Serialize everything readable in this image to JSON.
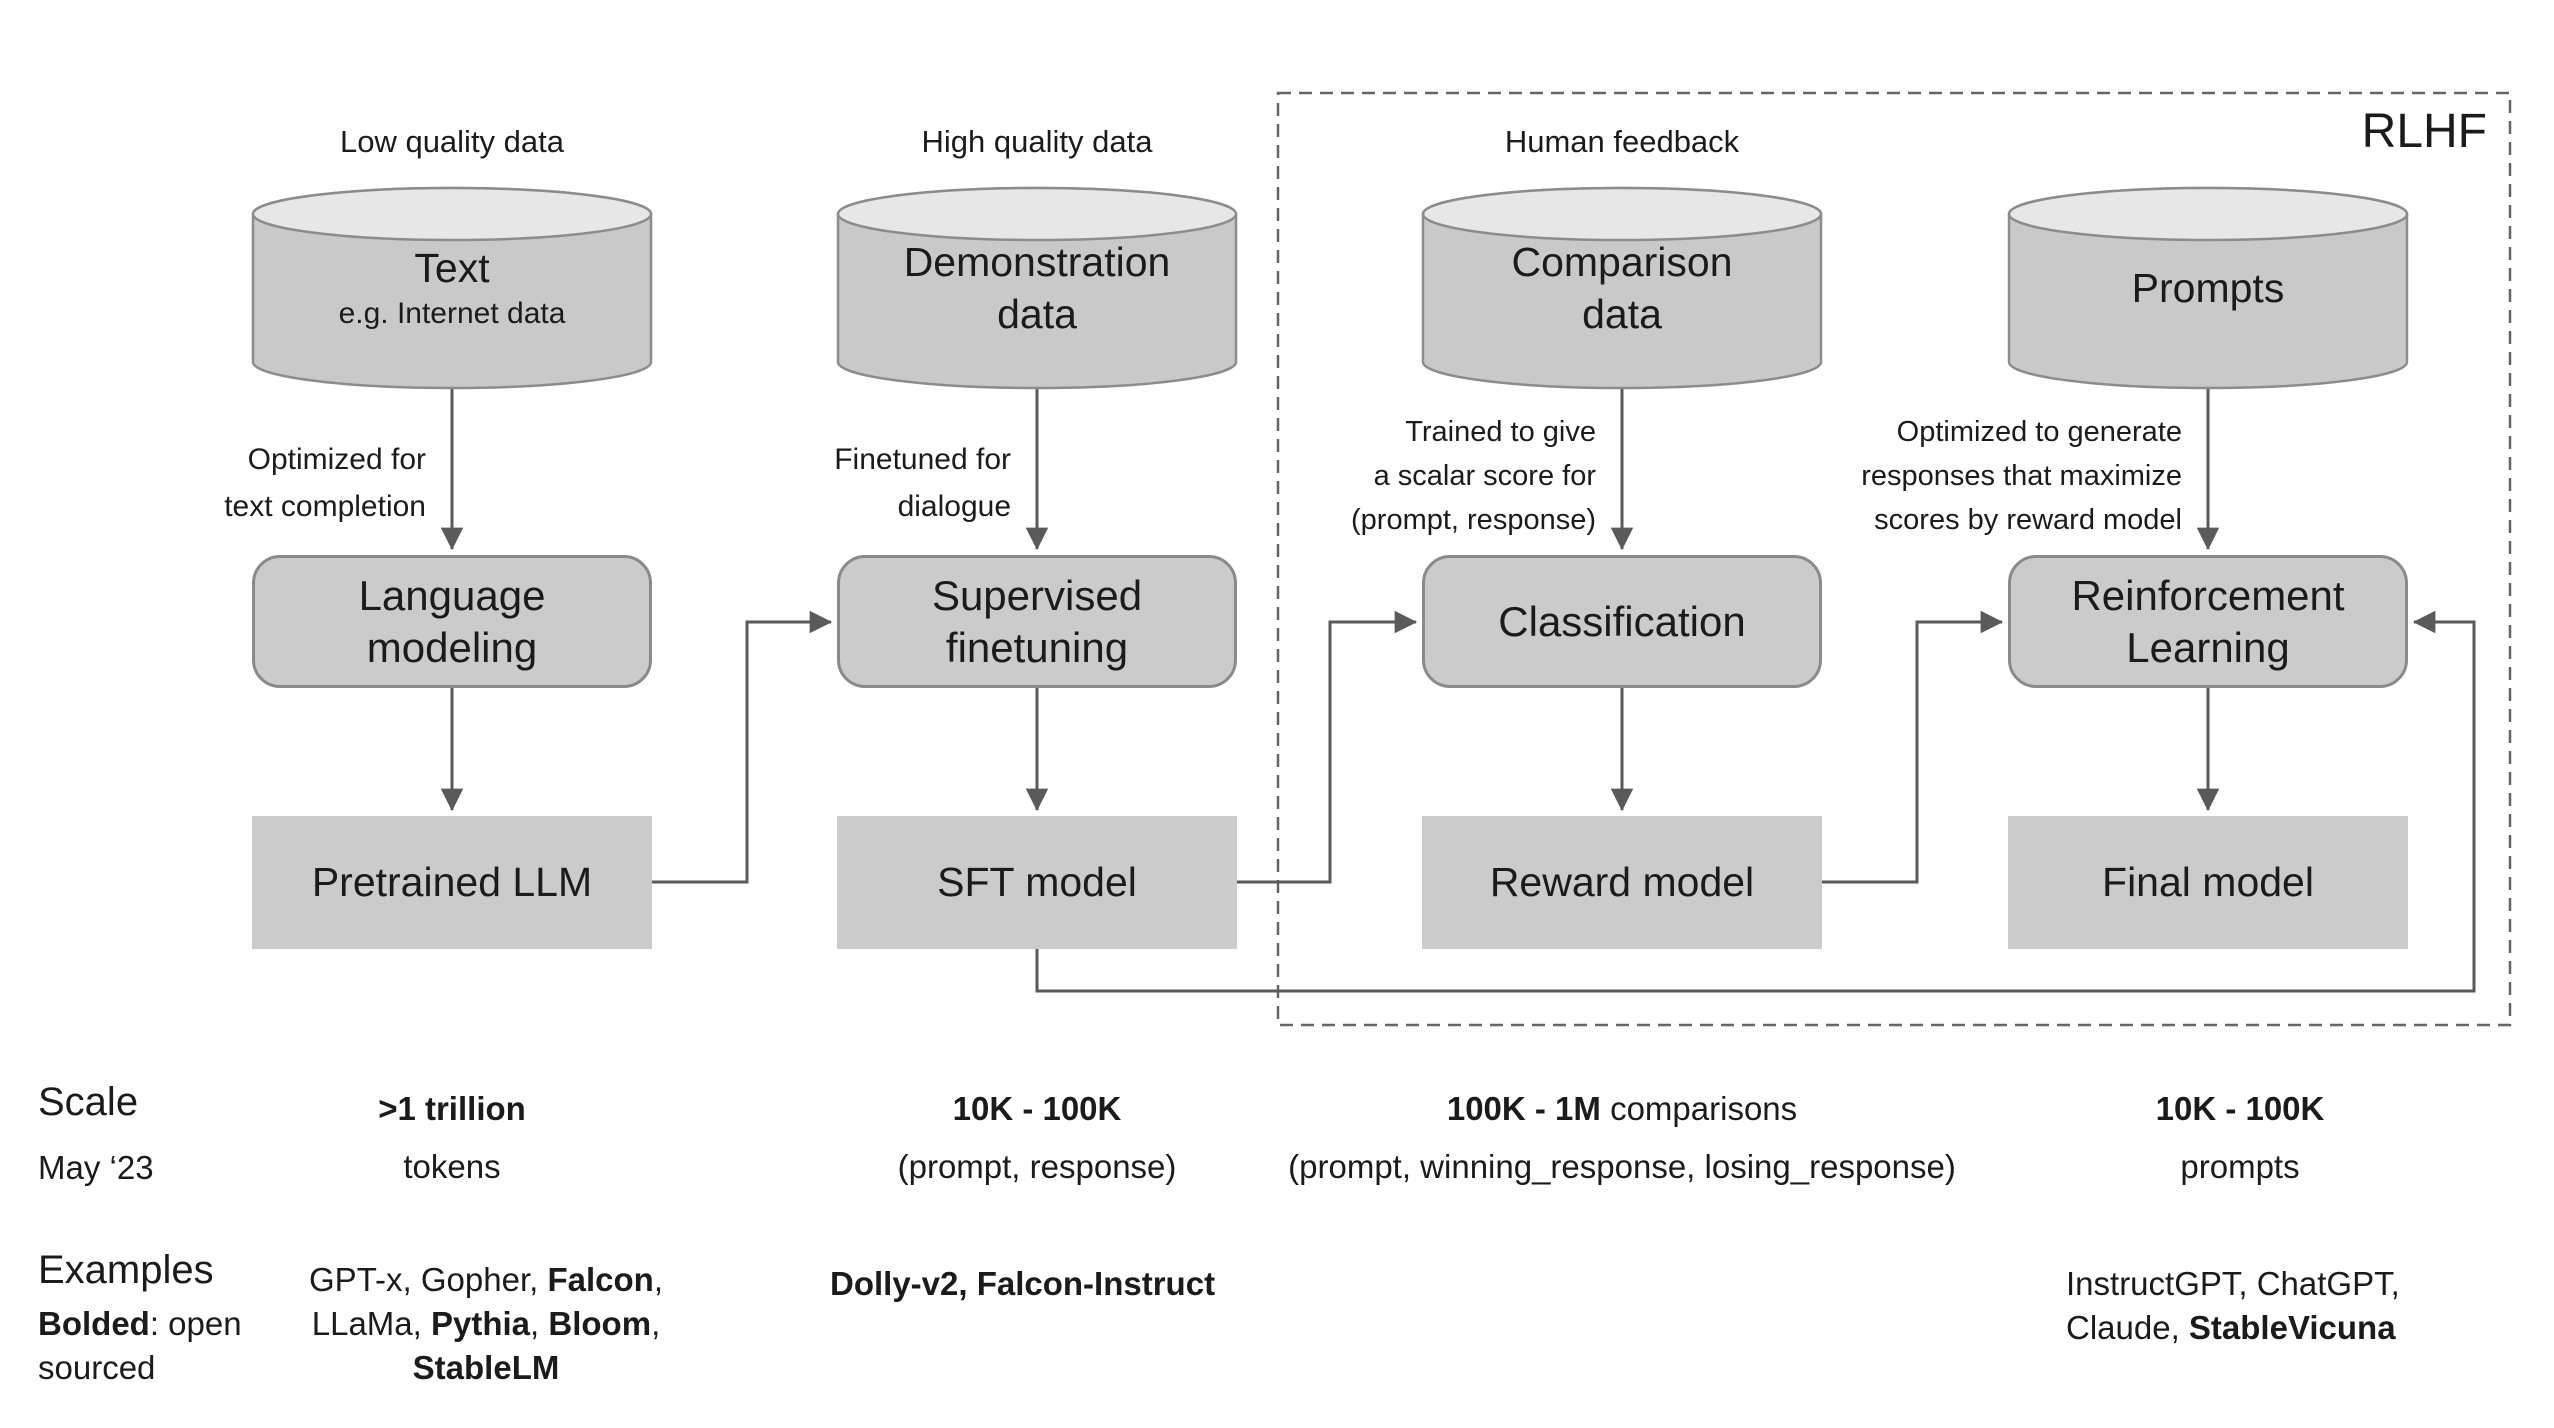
{
  "rlhf_label": "RLHF",
  "colors": {
    "box_fill": "#cbcbcb",
    "cylinder_body": "#c9c9c9",
    "cylinder_top": "#e7e7e7",
    "outline": "#8c8c8c",
    "connector": "#5a5a5a",
    "dashed_border": "#666666"
  },
  "columns": [
    {
      "top_label": "Low quality data",
      "cyl1": "Text",
      "cyl2": "e.g. Internet data",
      "note1": "Optimized for",
      "note2": "text completion",
      "note3": "",
      "proc1": "Language",
      "proc2": "modeling",
      "out": "Pretrained LLM"
    },
    {
      "top_label": "High quality data",
      "cyl1": "Demonstration",
      "cyl2": "data",
      "note1": "Finetuned for",
      "note2": "dialogue",
      "note3": "",
      "proc1": "Supervised",
      "proc2": "finetuning",
      "out": "SFT model"
    },
    {
      "top_label": "Human feedback",
      "cyl1": "Comparison",
      "cyl2": "data",
      "note1": "Trained to give",
      "note2": "a scalar score for",
      "note3": "(prompt, response)",
      "proc1": "Classification",
      "proc2": "",
      "out": "Reward model"
    },
    {
      "top_label": "",
      "cyl1": "Prompts",
      "cyl2": "",
      "note1": "Optimized to generate",
      "note2": "responses that maximize",
      "note3": "scores by reward model",
      "proc1": "Reinforcement",
      "proc2": "Learning",
      "out": "Final model"
    }
  ],
  "scale": {
    "header": "Scale",
    "header_sub": "May ‘23",
    "s1_bold": ">1 trillion",
    "s1_rest": "",
    "s1_sub": "tokens",
    "s2_bold": "10K - 100K",
    "s2_rest": "",
    "s2_sub": "(prompt, response)",
    "s3_bold": "100K - 1M",
    "s3_rest": " comparisons",
    "s3_sub": "(prompt, winning_response, losing_response)",
    "s4_bold": "10K - 100K",
    "s4_rest": "",
    "s4_sub": "prompts"
  },
  "examples": {
    "header": "Examples",
    "legend_bold": "Bolded",
    "legend_rest": ": open",
    "legend_line2": "sourced",
    "c1_l1_a": "GPT-x, Gopher, ",
    "c1_l1_b": "Falcon",
    "c1_l1_c": ",",
    "c1_l2_a": "LLaMa, ",
    "c1_l2_b": "Pythia",
    "c1_l2_c": ", ",
    "c1_l2_d": "Bloom",
    "c1_l2_e": ",",
    "c1_l3_a": "StableLM",
    "c2_l1_a": "Dolly-v2, Falcon-Instruct",
    "c4_l1_a": "InstructGPT, ChatGPT,",
    "c4_l2_a": "Claude, ",
    "c4_l2_b": "StableVicuna"
  }
}
